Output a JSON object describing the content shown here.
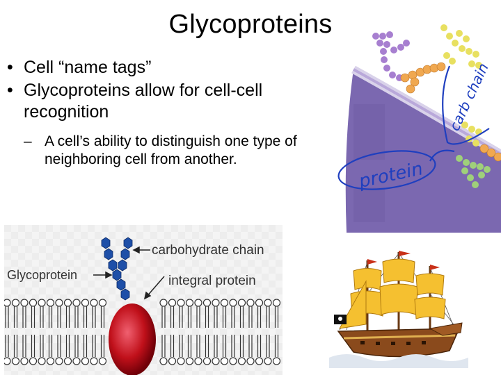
{
  "slide": {
    "title": "Glycoproteins",
    "bullets": [
      {
        "marker": "•",
        "text": "Cell “name tags”"
      },
      {
        "marker": "•",
        "text": "Glycoproteins allow for cell-cell recognition"
      }
    ],
    "sub_bullets": [
      {
        "marker": "–",
        "text": "A cell’s ability to distinguish one type of neighboring cell from another."
      }
    ]
  },
  "cell_figure": {
    "annotation_protein": "protein",
    "annotation_carb_chain": "carb chain",
    "colors": {
      "cell_body": "#7b68b0",
      "carbohydrate_purple": "#a77fd0",
      "carbohydrate_yellow": "#e8e060",
      "carbohydrate_green": "#9fd07a",
      "chain_orange": "#f0a850",
      "ink_blue": "#1f3fbf"
    }
  },
  "membrane_figure": {
    "label_glycoprotein": "Glycoprotein",
    "label_carbohydrate_chain": "carbohydrate chain",
    "label_integral_protein": "integral protein",
    "colors": {
      "carbohydrate": "#1e4fa8",
      "protein": "#c0101a"
    }
  },
  "ship_figure": {
    "icon": "sailing-ship-icon",
    "colors": {
      "sails": "#f5c030",
      "hull": "#8a4a1c"
    }
  }
}
